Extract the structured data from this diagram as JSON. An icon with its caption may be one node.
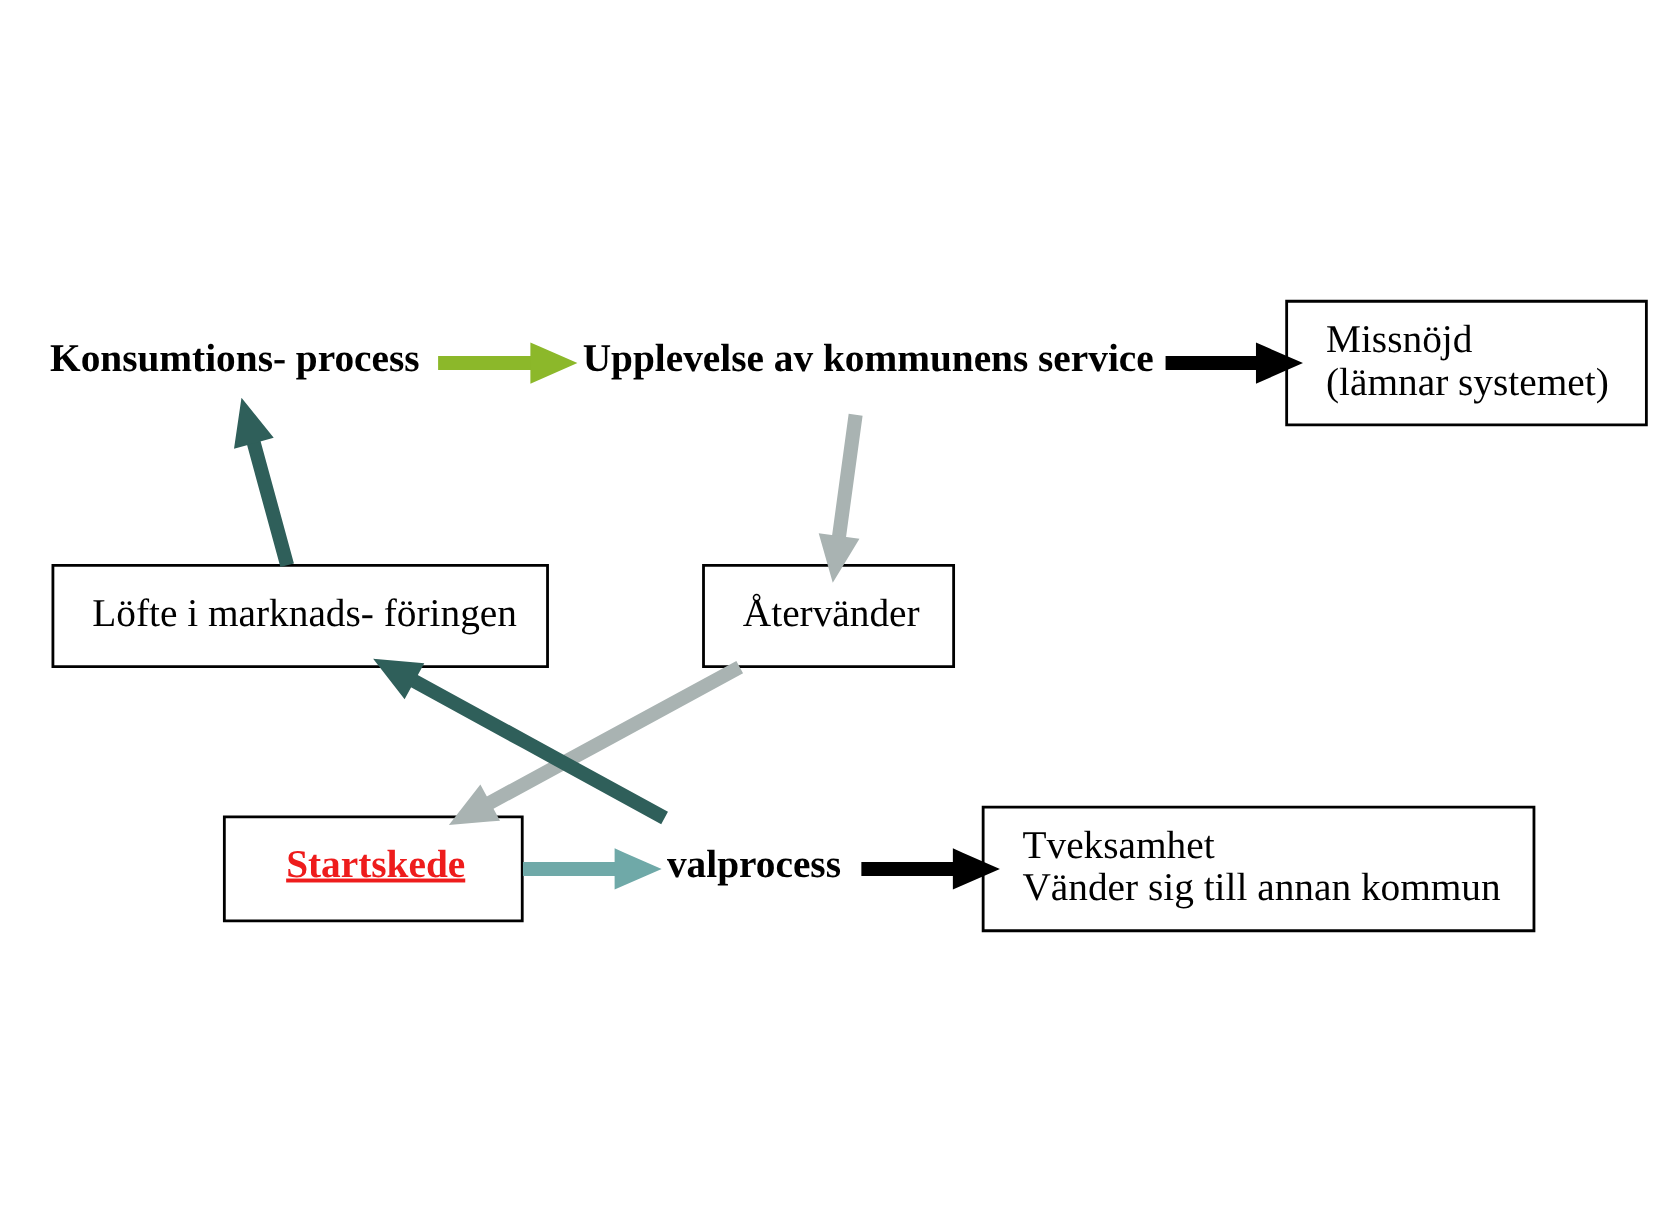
{
  "diagram": {
    "nodes": [
      {
        "text": [
          "Konsumtions- process"
        ]
      },
      {
        "text": [
          "Upplevelse av kommunens service"
        ]
      },
      {
        "text": [
          "Missnöjd",
          "(lämnar systemet)"
        ]
      },
      {
        "text": [
          "Återvänder"
        ]
      },
      {
        "text": [
          "Startskede"
        ]
      },
      {
        "text": [
          "valprocess"
        ]
      },
      {
        "text": [
          "Löfte i marknads- föringen"
        ]
      },
      {
        "text": [
          "Tveksamhet",
          "Vänder sig till annan kommun"
        ]
      }
    ],
    "edges": [
      {
        "from": 0,
        "to": 1,
        "arrow": "to",
        "color": "#8cb82a"
      },
      {
        "from": 1,
        "to": 2,
        "arrow": "to"
      },
      {
        "from": 1,
        "to": 3,
        "arrow": "to",
        "color": "#a9b3b2"
      },
      {
        "from": 3,
        "to": 4,
        "arrow": "to",
        "color": "#a9b3b2"
      },
      {
        "from": 4,
        "to": 5,
        "arrow": "to",
        "color": "#6fa9a8"
      },
      {
        "from": 5,
        "to": 6,
        "arrow": "to",
        "color": "#2f5f5a"
      },
      {
        "from": 6,
        "to": 0,
        "arrow": "to",
        "color": "#2f5f5a"
      },
      {
        "from": 5,
        "to": 7,
        "arrow": "to"
      }
    ]
  }
}
